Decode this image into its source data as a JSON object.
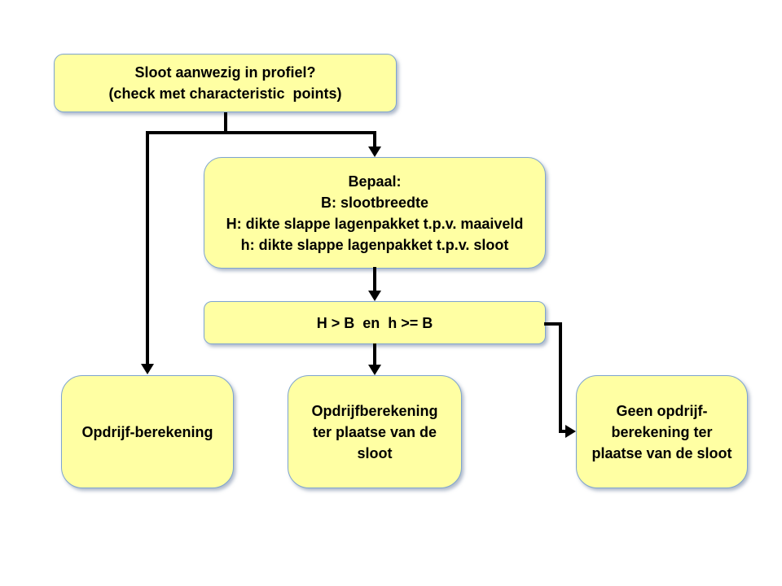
{
  "slide": {
    "background": "#FFFFFF"
  },
  "palette": {
    "node_fill": "#FFFFA3",
    "node_border": "#7EA4CF",
    "connector": "#000000",
    "text": "#000000"
  },
  "nodes": {
    "sloot_question": {
      "lines": [
        "Sloot aanwezig in profiel?",
        "(check met characteristic  points)"
      ]
    },
    "bepaal": {
      "lines": [
        "Bepaal:",
        "B: slootbreedte",
        "H: dikte slappe lagenpakket t.p.v. maaiveld",
        "h: dikte slappe lagenpakket t.p.v. sloot"
      ]
    },
    "condition": {
      "lines": [
        "H > B  en  h >= B"
      ]
    },
    "opdrijf_berekening": {
      "lines": [
        "Opdrijf-berekening"
      ]
    },
    "opdrijf_sloot": {
      "lines": [
        "Opdrijfberekening",
        "ter plaatse van de",
        "sloot"
      ]
    },
    "geen_opdrijf": {
      "lines": [
        "Geen opdrijf-",
        "berekening ter",
        "plaatse van de sloot"
      ]
    }
  }
}
